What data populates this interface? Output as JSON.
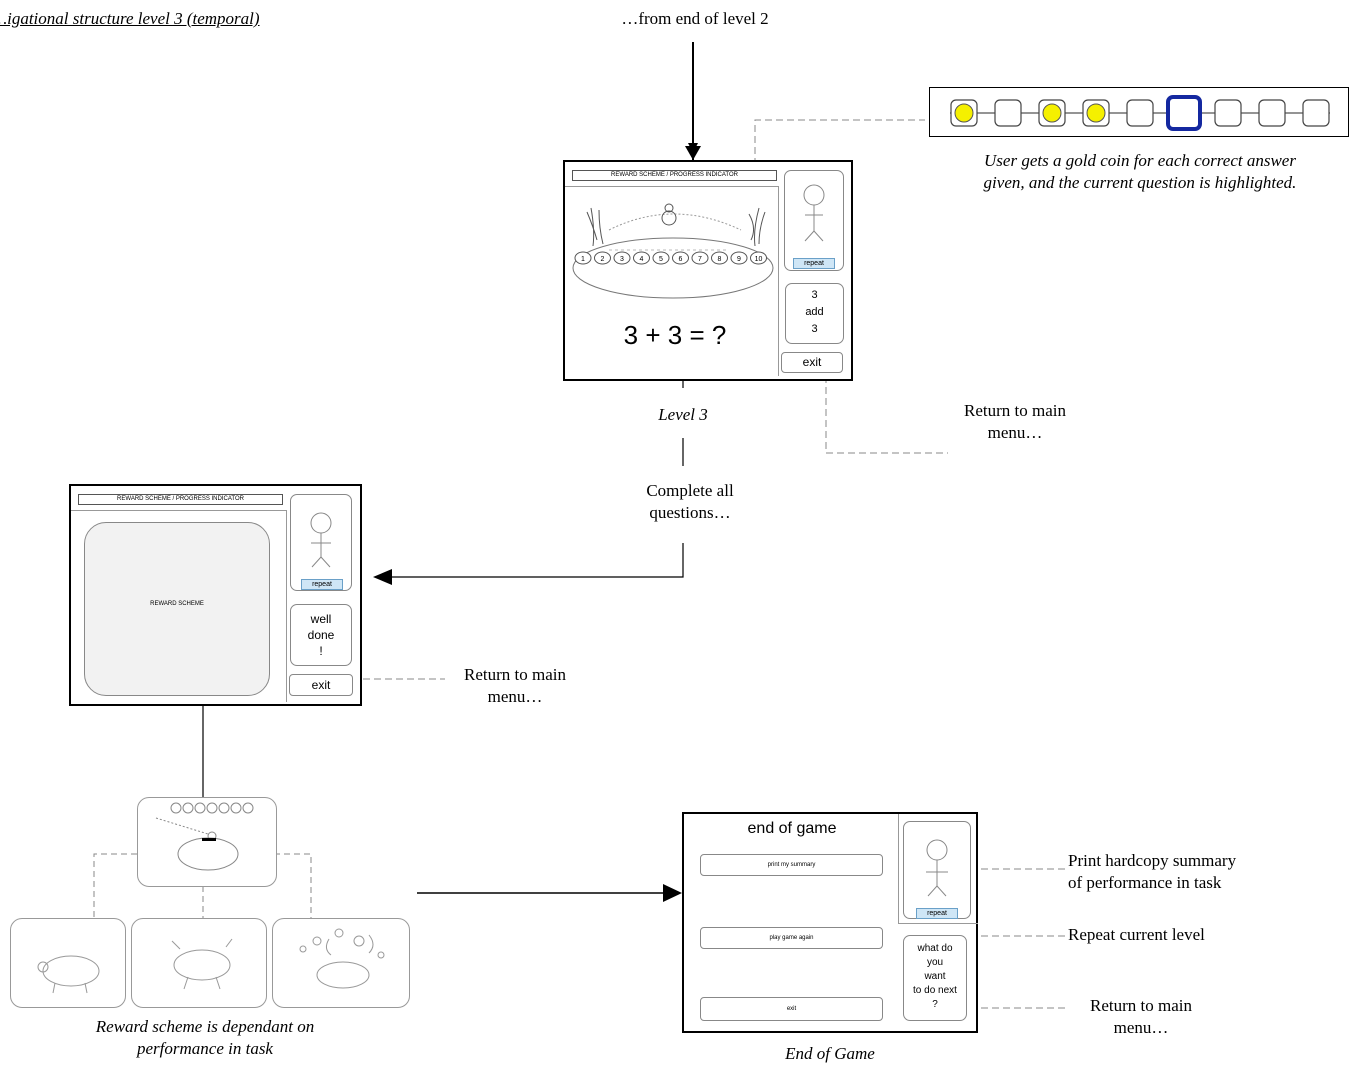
{
  "page_title": "…igational structure level 3 (temporal)",
  "top_label": "…from end of level 2",
  "progress_caption_line1": "User gets a gold coin for each correct answer",
  "progress_caption_line2": "given, and the current question is highlighted.",
  "progress_strip": {
    "cells": [
      "gold",
      "empty",
      "gold",
      "gold",
      "empty",
      "current",
      "empty",
      "empty",
      "empty"
    ],
    "coin_color": "#f5f000",
    "current_color": "#1428a0"
  },
  "level3_screen": {
    "reward_bar": "REWARD SCHEME / PROGRESS INDICATOR",
    "numbers": [
      "1",
      "2",
      "3",
      "4",
      "5",
      "6",
      "7",
      "8",
      "9",
      "10"
    ],
    "question": "3 + 3 = ?",
    "side_lines": [
      "3",
      "add",
      "3"
    ],
    "repeat": "repeat",
    "exit": "exit"
  },
  "level3_caption": "Level 3",
  "return1_line1": "Return to main",
  "return1_line2": "menu…",
  "complete_line1": "Complete all",
  "complete_line2": "questions…",
  "reward_screen": {
    "reward_bar": "REWARD SCHEME / PROGRESS INDICATOR",
    "reward_area": "REWARD SCHEME",
    "well_done_lines": [
      "well",
      "done",
      "!"
    ],
    "repeat": "repeat",
    "exit": "exit"
  },
  "return2_line1": "Return to main",
  "return2_line2": "menu…",
  "reward_caption_line1": "Reward scheme is dependant on",
  "reward_caption_line2": "performance in task",
  "end_screen": {
    "title": "end of game",
    "print_btn": "print my summary",
    "play_btn": "play game again",
    "exit_btn": "exit",
    "question_lines": [
      "what do",
      "you",
      "want",
      "to do next",
      "?"
    ],
    "repeat": "repeat"
  },
  "end_caption": "End of Game",
  "print_line1": "Print hardcopy summary",
  "print_line2": "of performance in task",
  "repeat_level": "Repeat current level",
  "return3_line1": "Return to main",
  "return3_line2": "menu…"
}
